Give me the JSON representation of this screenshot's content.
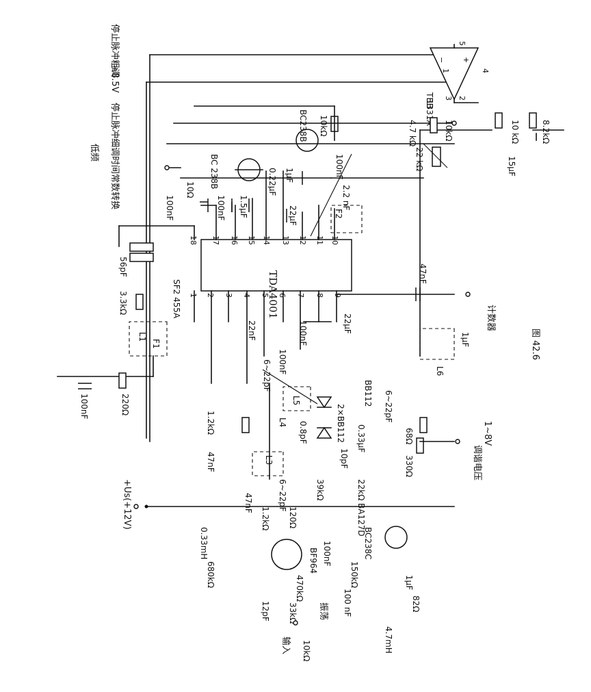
{
  "figure": {
    "caption": "图 42.6"
  },
  "ic": {
    "name": "TDA4001",
    "pins": [
      "1",
      "2",
      "3",
      "4",
      "5",
      "6",
      "7",
      "8",
      "9",
      "10",
      "11",
      "12",
      "13",
      "14",
      "15",
      "16",
      "17",
      "18"
    ]
  },
  "opamp": {
    "name": "TBB",
    "part": "1331A",
    "pins": [
      "1",
      "2",
      "3",
      "4",
      "5"
    ]
  },
  "terminals": {
    "stop_pulse_coarse": "停止脉冲粗调",
    "plus_8_5v": "+8.5V",
    "stop_pulse_fine": "停止脉冲细调",
    "low_freq": "低频",
    "time_const_switch": "时间常数转换",
    "counter": "计数器",
    "tuning_voltage": "调谐电压",
    "tuning_range": "1~8V",
    "supply": "+Us(+12V)",
    "input": "输入",
    "oscillator": "振荡"
  },
  "transistors": {
    "q_bc238b_a": "BC 238B",
    "q_bc238b_b": "BC238B",
    "q_bc238c": "BC238C",
    "q_bf964": "BF964"
  },
  "diodes": {
    "d_ba127d": "BA127D",
    "d_bb112": "BB112",
    "d_2xbb112": "2×BB112"
  },
  "filters": {
    "sf": "SF2 455A"
  },
  "inductors": {
    "l3": "L3",
    "l4": "L4",
    "l5": "L5",
    "l6": "L6",
    "l_033mh": "0.33mH",
    "l_47mh": "4.7mH"
  },
  "resistors": {
    "r_10k_top": "10kΩ",
    "r_4_7k": "4.7 kΩ",
    "r_22k_pot": "22 kΩ",
    "r_10k_mid": "10kΩ",
    "r_10k_opamp": "10 kΩ",
    "r_8_2k": "8.2kΩ",
    "r_10_left": "10Ω",
    "r_3_3k": "3.3kΩ",
    "r_220": "220Ω",
    "r_1_2k_top": "1.2kΩ",
    "r_68": "68Ω",
    "r_330": "330Ω",
    "r_39k": "39kΩ",
    "r_22k": "22kΩ",
    "r_1_2k": "1.2kΩ",
    "r_120": "120Ω",
    "r_680k": "680kΩ",
    "r_470k": "470kΩ",
    "r_150k": "150kΩ",
    "r_33k": "33kΩ",
    "r_82": "82Ω",
    "r_10k_in": "10kΩ"
  },
  "capacitors": {
    "c_1uf_a": "1μF",
    "c_1uf_b": "1μF",
    "c_1uf_c": "1μF",
    "c_0_22uf": "0.22μF",
    "c_100nf_r": "100nF",
    "c_2_2nf": "2.2 nF",
    "c_22uf_a": "22μF",
    "c_1_5uf_a": "1.5μF",
    "c_1_5uf_b": "15μF",
    "c_100nf_a": "100nF",
    "c_100nf_b": "100nF",
    "c_56pf": "56pF",
    "c_47nf": "47nF",
    "c_22uf_b": "22μF",
    "c_22nf": "22nF",
    "c_100nf_c": "100nF",
    "c_100nf_d": "100nF",
    "c_100nf_left": "100nF",
    "c_6_22pf_a": "6~22pF",
    "c_6_22pf_b": "6~22pF",
    "c_6_22pf_c": "6~22pF",
    "c_0_8pf": "0.8pF",
    "c_0_33uf": "0.33μF",
    "c_10pf": "10pF",
    "c_47nf_b": "47nF",
    "c_47nf_c": "47nF",
    "c_100nf_e": "100nF",
    "c_100nf_f": "100 nF",
    "c_12pf": "12pF"
  }
}
